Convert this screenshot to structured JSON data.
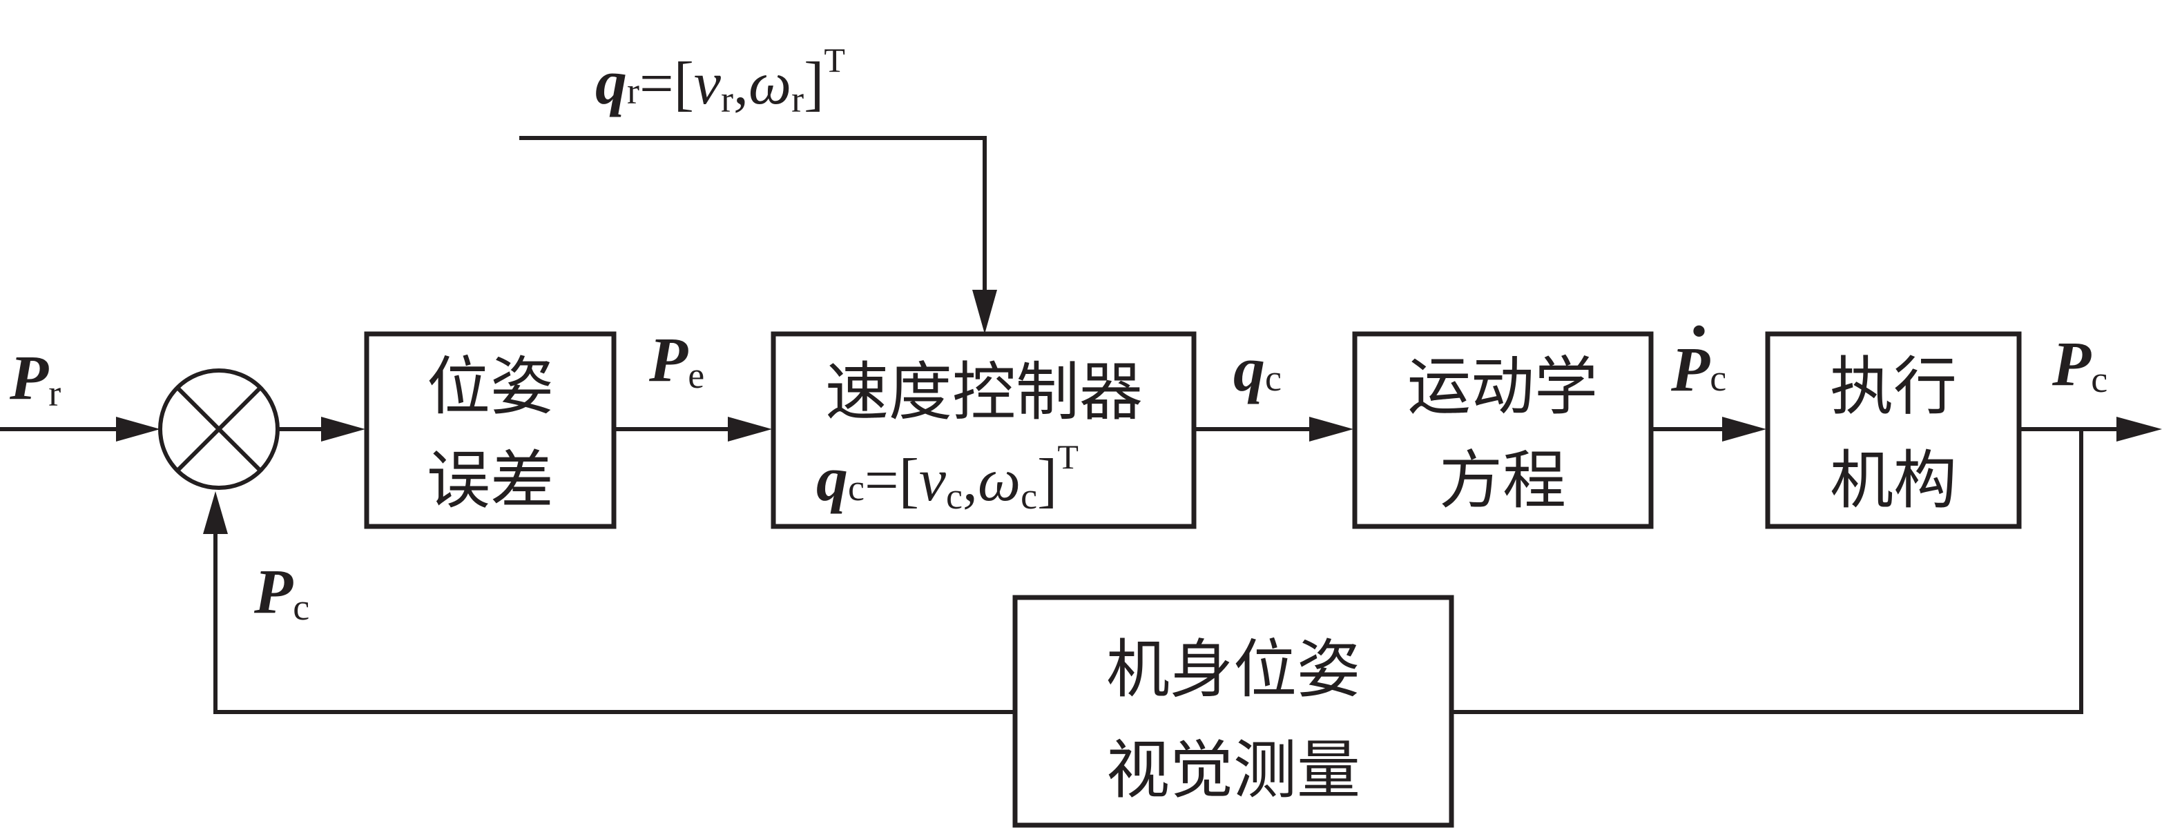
{
  "reference_input": {
    "vector": "q",
    "sub": "r",
    "eq": "=[",
    "v": "v",
    "v_sub": "r",
    "comma": ",",
    "w": "ω",
    "w_sub": "r",
    "close": "]",
    "sup": "T"
  },
  "input_signal": {
    "symbol": "P",
    "sub": "r"
  },
  "feedback_signal": {
    "symbol": "P",
    "sub": "c"
  },
  "error_signal": {
    "symbol": "P",
    "sub": "e"
  },
  "control_signal": {
    "symbol": "q",
    "sub": "c"
  },
  "derivative_signal": {
    "symbol": "P",
    "sub": "c",
    "dot": "•"
  },
  "output_signal": {
    "symbol": "P",
    "sub": "c"
  },
  "blocks": {
    "pose_error": {
      "line1": "位姿",
      "line2": "误差"
    },
    "speed_controller": {
      "line1": "速度控制器",
      "eq": {
        "vector": "q",
        "sub": "c",
        "eq": "=[",
        "v": "v",
        "v_sub": "c",
        "comma": ",",
        "w": "ω",
        "w_sub": "c",
        "close": "]",
        "sup": "T"
      }
    },
    "kinematics": {
      "line1": "运动学",
      "line2": "方程"
    },
    "actuator": {
      "line1": "执行",
      "line2": "机构"
    },
    "vision_measurement": {
      "line1": "机身位姿",
      "line2": "视觉测量"
    }
  }
}
